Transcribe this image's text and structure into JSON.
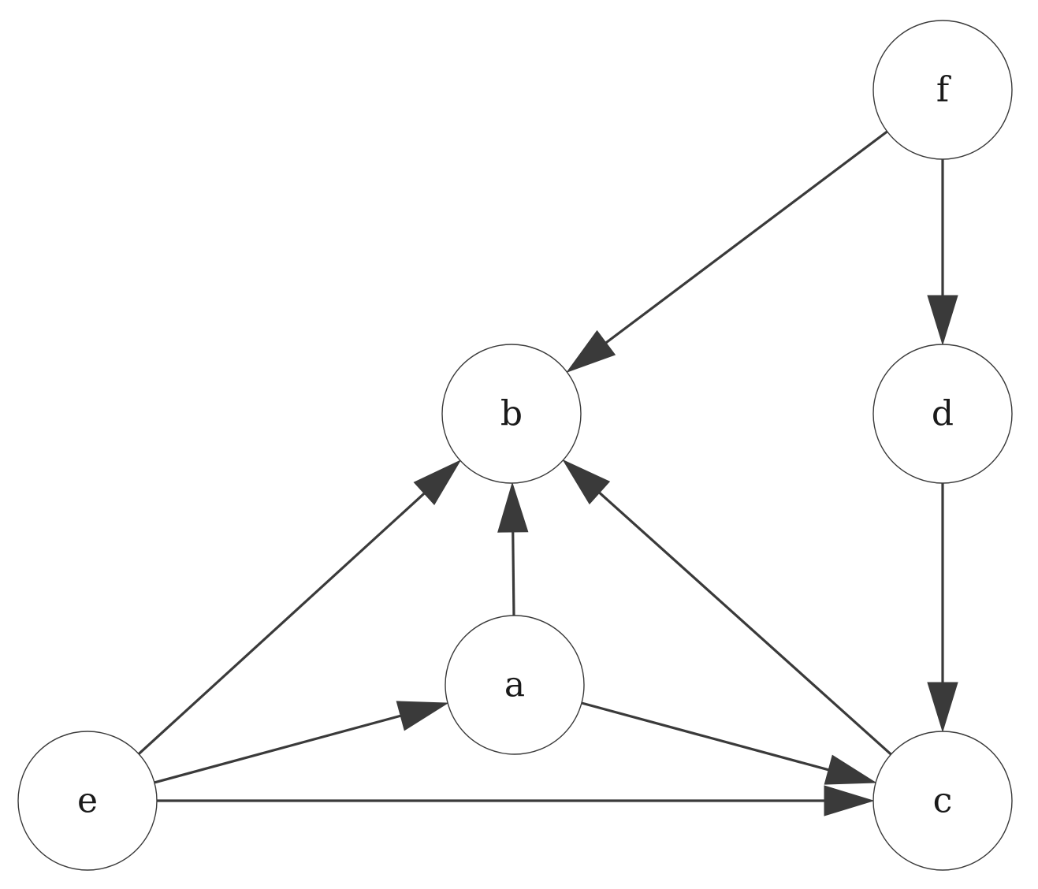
{
  "diagram": {
    "type": "directed-graph",
    "colors": {
      "edge": "#3a3a3a",
      "node_stroke": "#3a3a3a",
      "node_fill": "#ffffff",
      "label": "#1a1a1a"
    },
    "nodes": [
      {
        "id": "f",
        "label": "f"
      },
      {
        "id": "b",
        "label": "b"
      },
      {
        "id": "d",
        "label": "d"
      },
      {
        "id": "a",
        "label": "a"
      },
      {
        "id": "e",
        "label": "e"
      },
      {
        "id": "c",
        "label": "c"
      }
    ],
    "edges": [
      {
        "from": "f",
        "to": "b"
      },
      {
        "from": "f",
        "to": "d"
      },
      {
        "from": "d",
        "to": "c"
      },
      {
        "from": "e",
        "to": "b"
      },
      {
        "from": "a",
        "to": "b"
      },
      {
        "from": "c",
        "to": "b"
      },
      {
        "from": "e",
        "to": "a"
      },
      {
        "from": "a",
        "to": "c"
      },
      {
        "from": "e",
        "to": "c"
      }
    ]
  }
}
